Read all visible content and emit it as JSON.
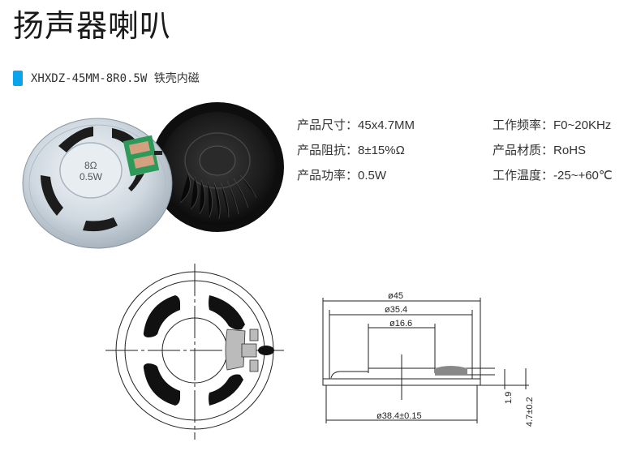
{
  "header": {
    "title": "扬声器喇叭",
    "subtitle": "XHXDZ-45MM-8R0.5W 铁壳内磁",
    "accent_color": "#0aa4ec"
  },
  "product_image": {
    "label_impedance": "8Ω",
    "label_power": "0.5W"
  },
  "specs": {
    "left": [
      {
        "label": "产品尺寸：",
        "value": "45x4.7MM"
      },
      {
        "label": "产品阻抗：",
        "value": "8±15%Ω"
      },
      {
        "label": "产品功率：",
        "value": "0.5W"
      }
    ],
    "right": [
      {
        "label": "工作频率：",
        "value": "F0~20KHz"
      },
      {
        "label": "产品材质：",
        "value": "RoHS"
      },
      {
        "label": "工作温度：",
        "value": "-25~+60℃"
      }
    ]
  },
  "side_drawing": {
    "dim_outer": "ø45",
    "dim_mid": "ø35.4",
    "dim_inner": "ø16.6",
    "dim_bottom": "ø38.4±0.15",
    "dim_height_small": "1.9",
    "dim_height_total": "4.7±0.2"
  }
}
